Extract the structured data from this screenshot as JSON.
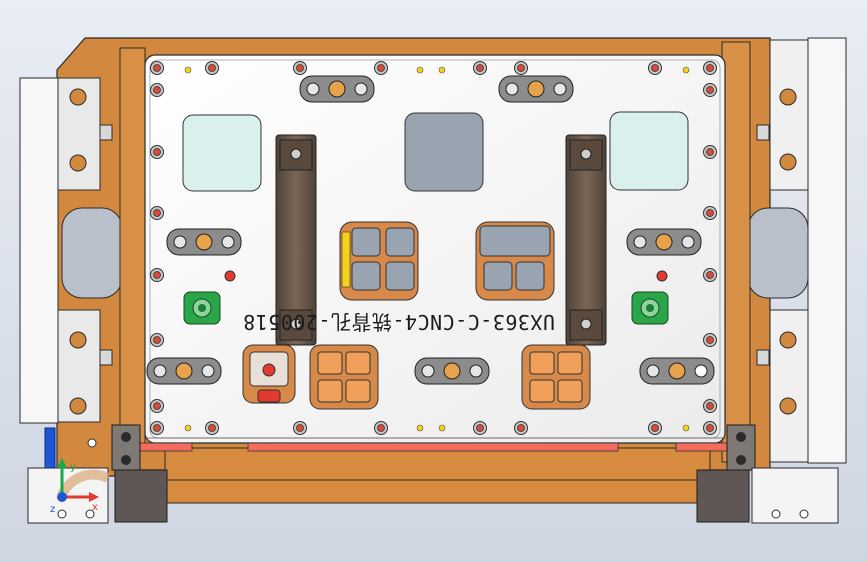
{
  "part_label": "UX363-C-CNC4-铣背孔-200518",
  "colors": {
    "background_top": "#e9edf4",
    "base_plate": "#d2883e",
    "fixture_plate": "#f4f4f4",
    "clamp_bar": "#6e5c4c",
    "locator": "#2aa54a",
    "pin_red": "#e23a2f",
    "pin_yellow": "#f3d21b",
    "rail_red": "#f26b5d",
    "mounting_block": "#5e5754",
    "side_block": "#f7f7f7"
  },
  "icons": [
    "screw-hole-icon",
    "clamp-icon",
    "locating-pin-icon",
    "axis-triad-icon"
  ],
  "axis_triad": {
    "x": "x",
    "y": "y",
    "z": "z"
  }
}
